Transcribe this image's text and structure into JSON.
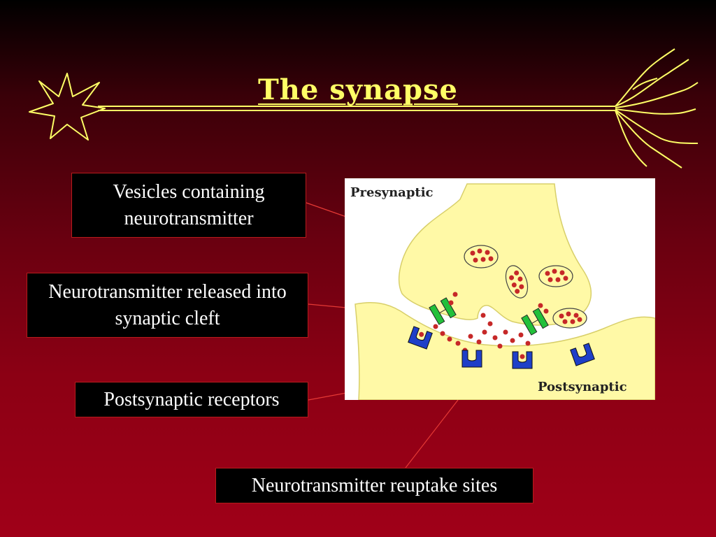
{
  "slide": {
    "title": "The synapse"
  },
  "labels": {
    "vesicles": "Vesicles containing neurotransmitter",
    "released": "Neurotransmitter released into synaptic cleft",
    "receptors": "Postsynaptic receptors",
    "reuptake": "Neurotransmitter reuptake sites"
  },
  "figure": {
    "presynaptic_label": "Presynaptic",
    "postsynaptic_label": "Postsynaptic"
  },
  "colors": {
    "title": "#ffff66",
    "neuron_line": "#ffff66",
    "label_box_bg": "#000000",
    "label_box_border": "#b71c1c",
    "terminal_fill": "#fff9a6",
    "vesicle_dots": "#c62828",
    "receptor": "#1e3fc8",
    "reuptake_transporter": "#22c03a"
  }
}
